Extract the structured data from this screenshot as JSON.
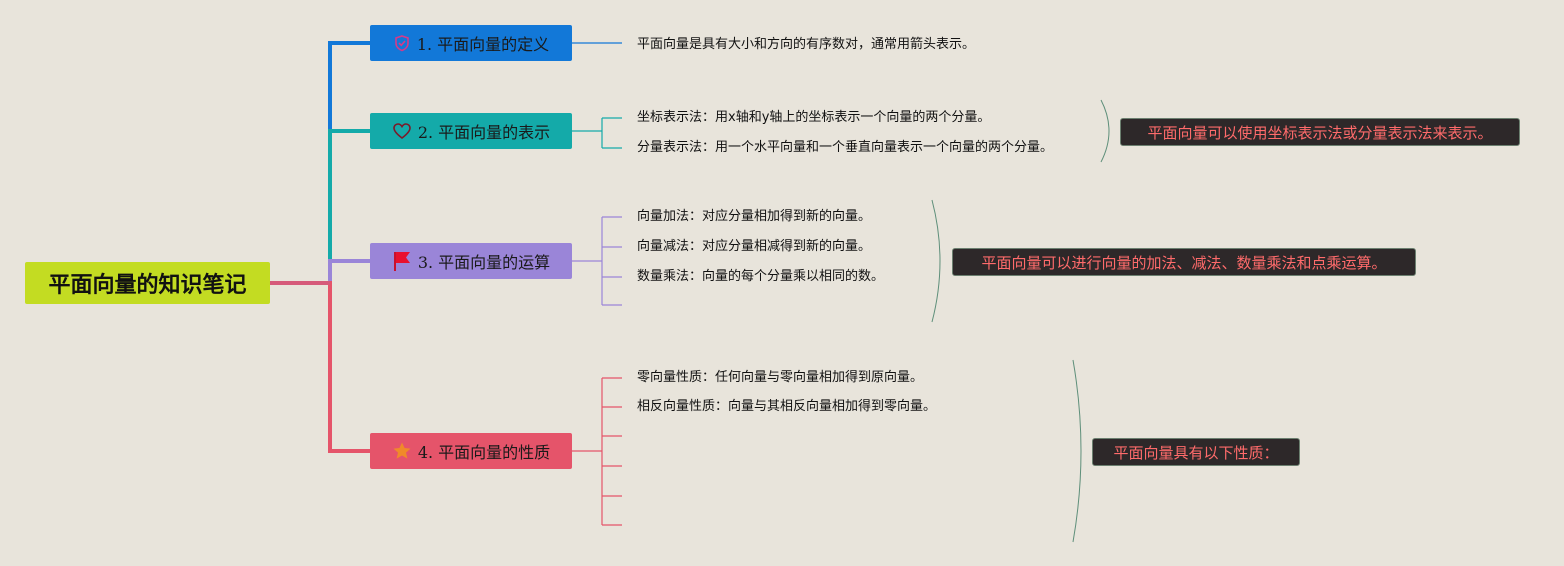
{
  "root": {
    "title": "平面向量的知识笔记",
    "color": "#c3dc22"
  },
  "branches": [
    {
      "label": "1. 平面向量的定义",
      "color": "#1278d8",
      "icon": "shield-icon",
      "leaves": [
        "平面向量是具有大小和方向的有序数对，通常用箭头表示。"
      ],
      "summary": ""
    },
    {
      "label": "2. 平面向量的表示",
      "color": "#14aaa9",
      "icon": "heart-icon",
      "leaves": [
        "坐标表示法：用x轴和y轴上的坐标表示一个向量的两个分量。",
        "分量表示法：用一个水平向量和一个垂直向量表示一个向量的两个分量。"
      ],
      "summary": "平面向量可以使用坐标表示法或分量表示法来表示。"
    },
    {
      "label": "3. 平面向量的运算",
      "color": "#9a85d8",
      "icon": "flag-icon",
      "leaves": [
        "向量加法：对应分量相加得到新的向量。",
        "向量减法：对应分量相减得到新的向量。",
        "数量乘法：向量的每个分量乘以相同的数。",
        ""
      ],
      "summary": "平面向量可以进行向量的加法、减法、数量乘法和点乘运算。"
    },
    {
      "label": "4. 平面向量的性质",
      "color": "#e5546a",
      "icon": "star-icon",
      "leaves": [
        "零向量性质：任何向量与零向量相加得到原向量。",
        "相反向量性质：向量与其相反向量相加得到零向量。",
        "",
        "",
        "",
        ""
      ],
      "summary": "平面向量具有以下性质："
    }
  ],
  "colors": {
    "background": "#e8e4db",
    "summary_bg": "#2d2829",
    "summary_text": "#ff6b6b",
    "bracket": "#5e8f7a"
  }
}
